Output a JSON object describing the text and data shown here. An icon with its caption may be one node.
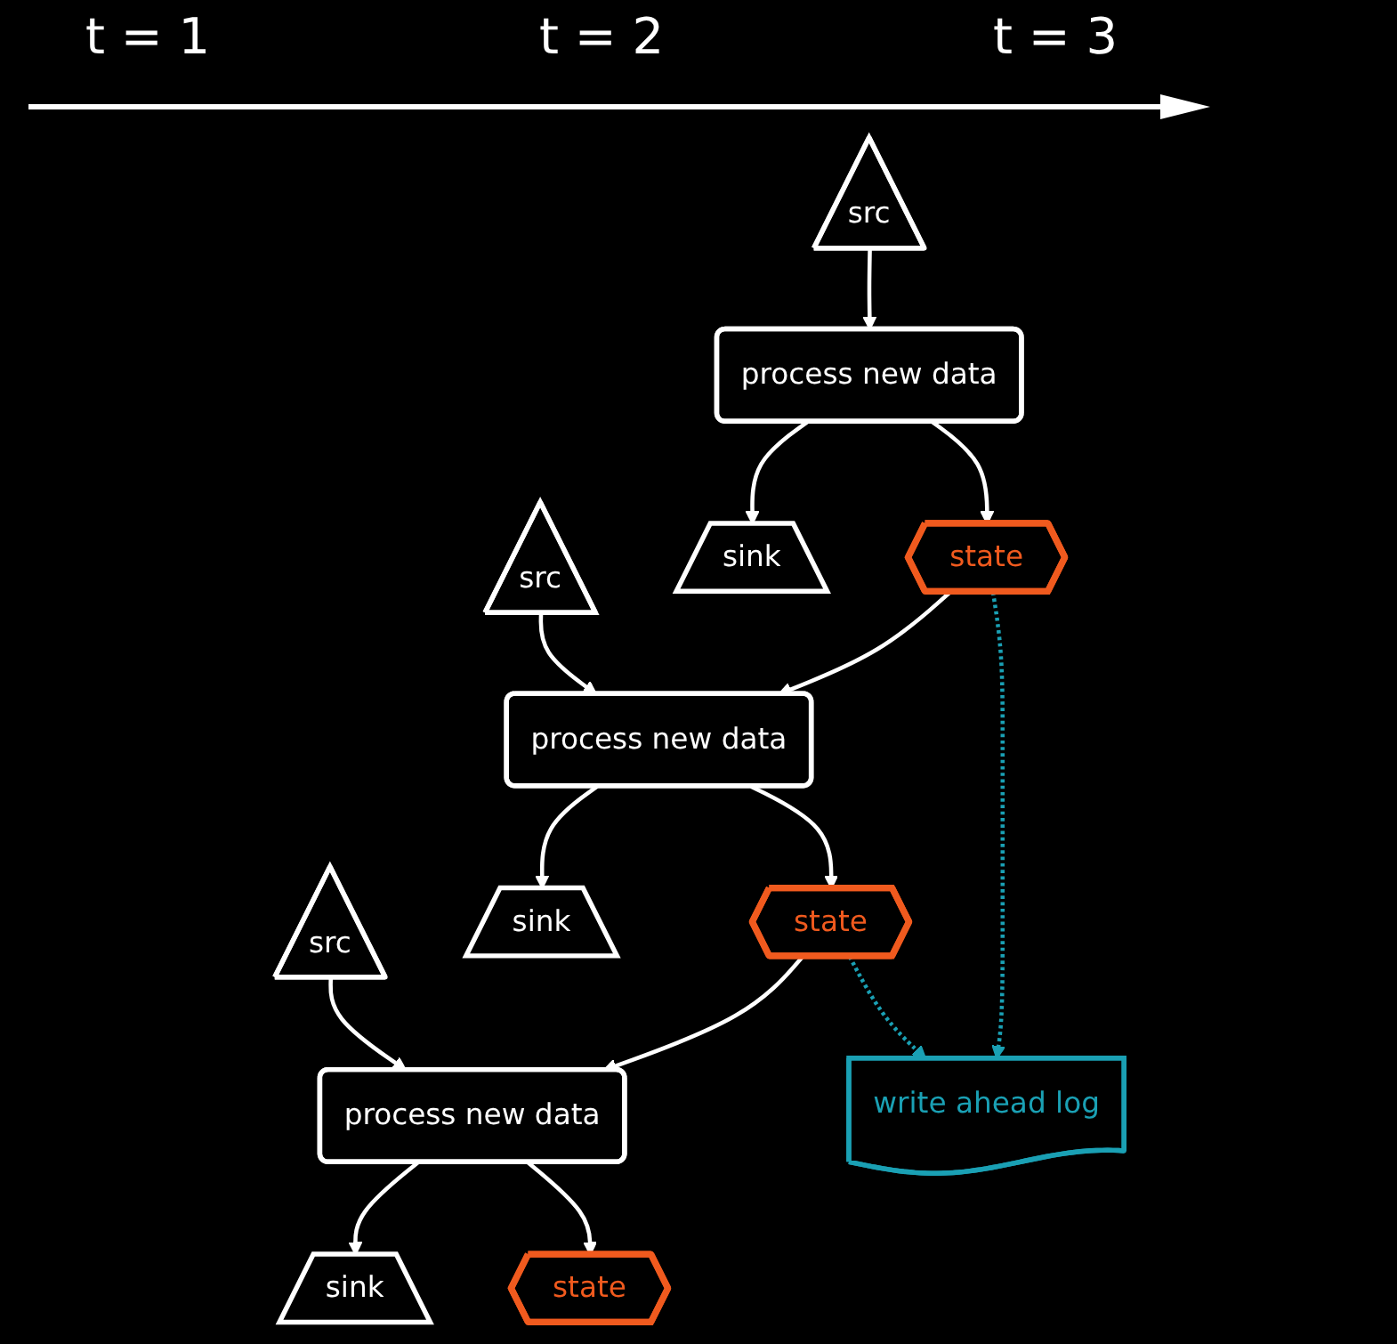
{
  "diagram": {
    "nodes": [
      {
        "text": [
          "src"
        ]
      },
      {
        "text": [
          "src"
        ]
      },
      {
        "text": [
          "src"
        ]
      },
      {
        "text": [
          "process new data"
        ]
      },
      {
        "text": [
          "process new data"
        ]
      },
      {
        "text": [
          "process new data"
        ]
      },
      {
        "text": [
          "state"
        ]
      },
      {
        "text": [
          "state"
        ]
      },
      {
        "text": [
          "state"
        ]
      },
      {
        "text": [
          "sink"
        ]
      },
      {
        "text": [
          "sink"
        ]
      },
      {
        "text": [
          "sink"
        ]
      },
      {
        "text": [
          "write ahead log"
        ]
      }
    ],
    "edges": [
      {
        "from": 0,
        "to": 3,
        "arrow": "to"
      },
      {
        "from": 1,
        "to": 4,
        "arrow": "to"
      },
      {
        "from": 2,
        "to": 5,
        "arrow": "to"
      },
      {
        "from": 3,
        "to": 9,
        "arrow": "to"
      },
      {
        "from": 4,
        "to": 10,
        "arrow": "to"
      },
      {
        "from": 5,
        "to": 11,
        "arrow": "to"
      },
      {
        "from": 3,
        "to": 6,
        "arrow": "to"
      },
      {
        "from": 6,
        "to": 4,
        "arrow": "to"
      },
      {
        "from": 4,
        "to": 7,
        "arrow": "to"
      },
      {
        "from": 7,
        "to": 5,
        "arrow": "to"
      },
      {
        "from": 5,
        "to": 8,
        "arrow": "to"
      },
      {
        "from": 6,
        "to": 12,
        "arrow": "to",
        "style": "dashed",
        "color": "#1aa0b4"
      },
      {
        "from": 7,
        "to": 12,
        "arrow": "to",
        "style": "dashed",
        "color": "#1aa0b4"
      }
    ],
    "labels": [
      "t = 1",
      "t = 2",
      "t = 3"
    ]
  }
}
